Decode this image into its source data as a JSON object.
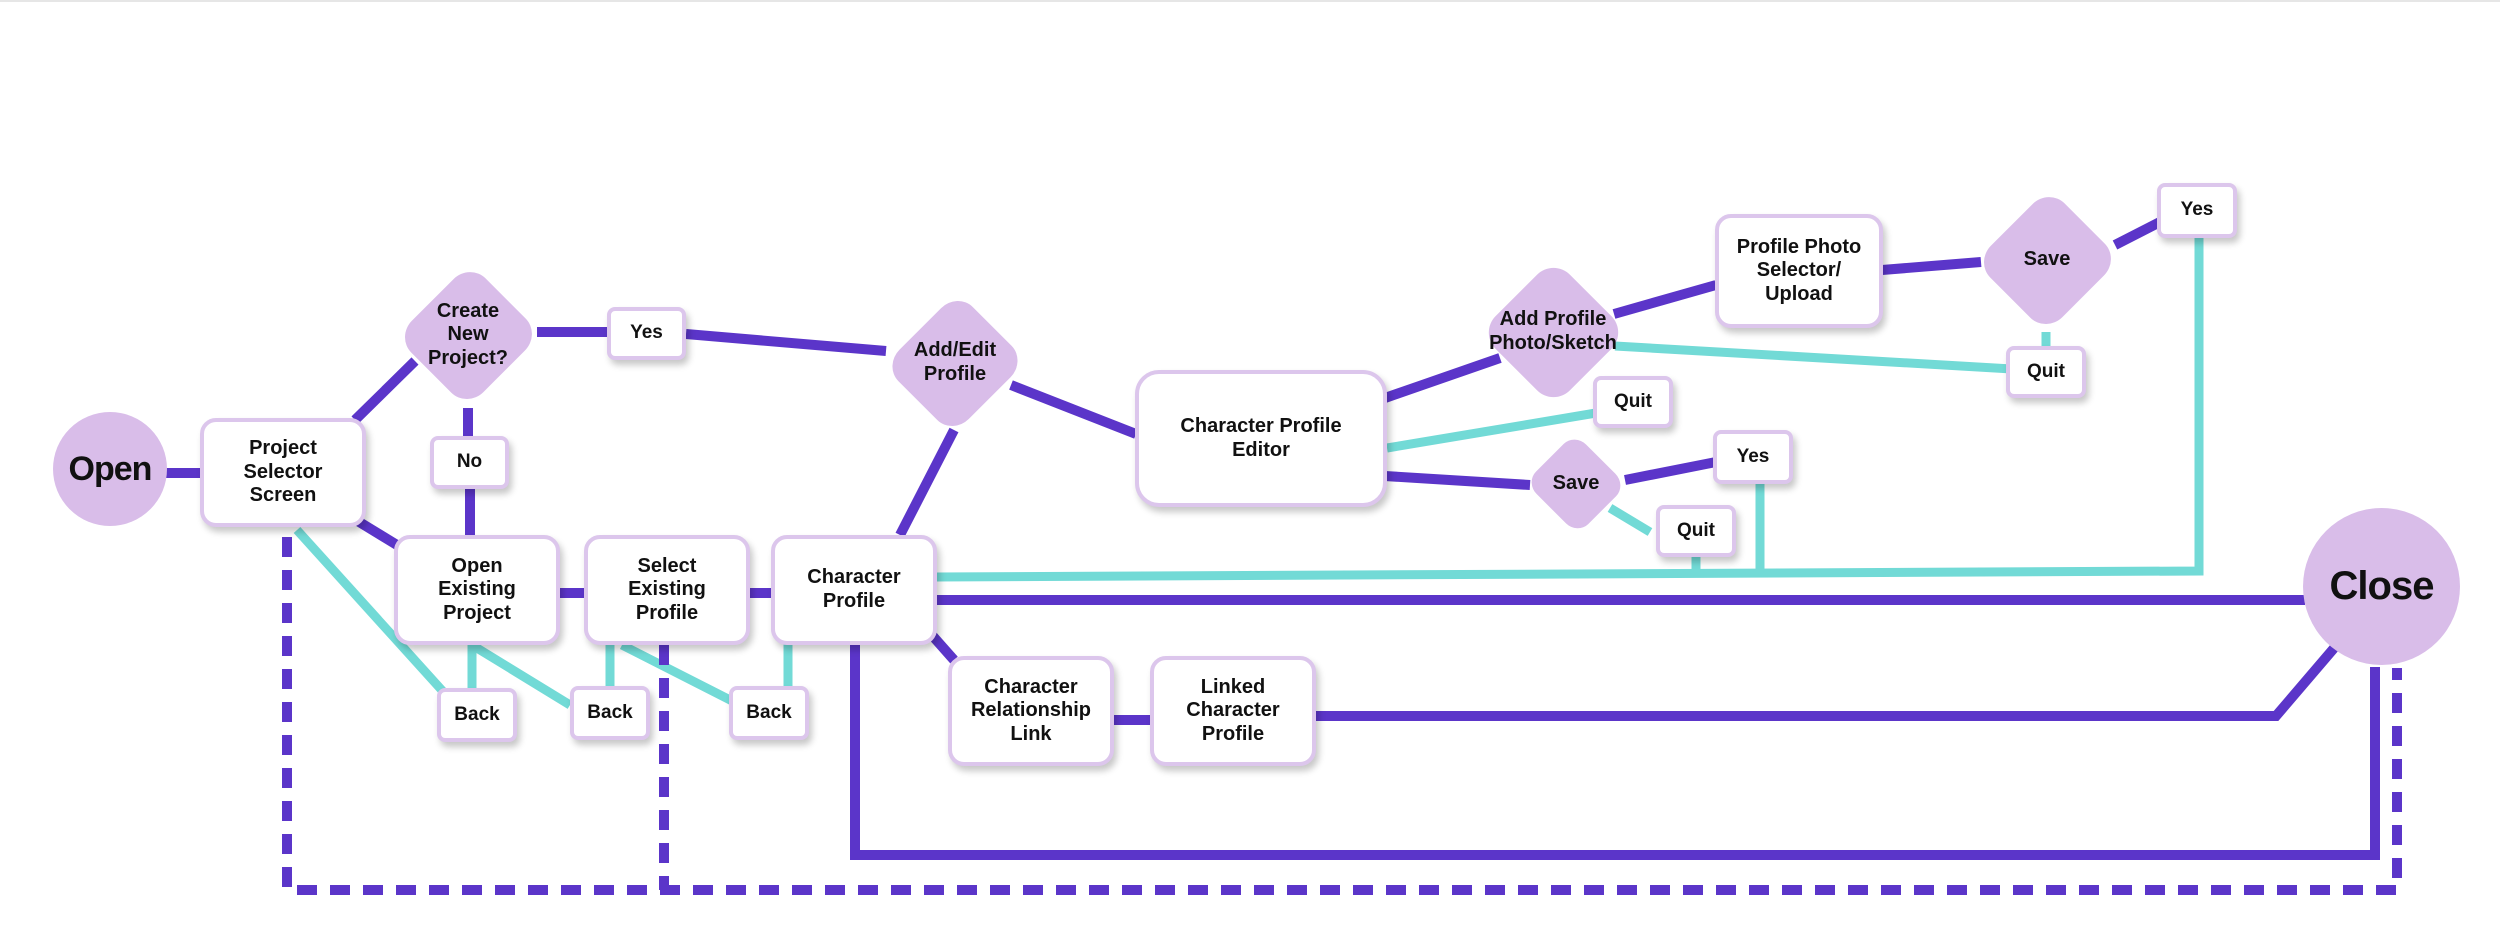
{
  "nodes": {
    "open": "Open",
    "project_selector": "Project\nSelector\nScreen",
    "create_new_project": "Create\nNew\nProject?",
    "yes_create": "Yes",
    "no_create": "No",
    "open_existing_project": "Open\nExisting\nProject",
    "select_existing_profile": "Select\nExisting\nProfile",
    "character_profile": "Character\nProfile",
    "add_edit_profile": "Add/Edit\nProfile",
    "character_profile_editor": "Character Profile\nEditor",
    "add_profile_photo": "Add Profile\nPhoto/Sketch",
    "quit_photo": "Quit",
    "profile_photo_selector": "Profile Photo\nSelector/\nUpload",
    "save_photo": "Save",
    "yes_save_photo": "Yes",
    "quit_save_photo": "Quit",
    "save_editor": "Save",
    "yes_save_editor": "Yes",
    "quit_save_editor": "Quit",
    "back_1": "Back",
    "back_2": "Back",
    "back_3": "Back",
    "character_relationship_link": "Character\nRelationship\nLink",
    "linked_character_profile": "Linked\nCharacter\nProfile",
    "close": "Close"
  },
  "colors": {
    "primary_edge": "#5b35c9",
    "back_edge": "#72dad6",
    "node_fill": "#d9bde9",
    "box_border": "#dcc6ec"
  }
}
